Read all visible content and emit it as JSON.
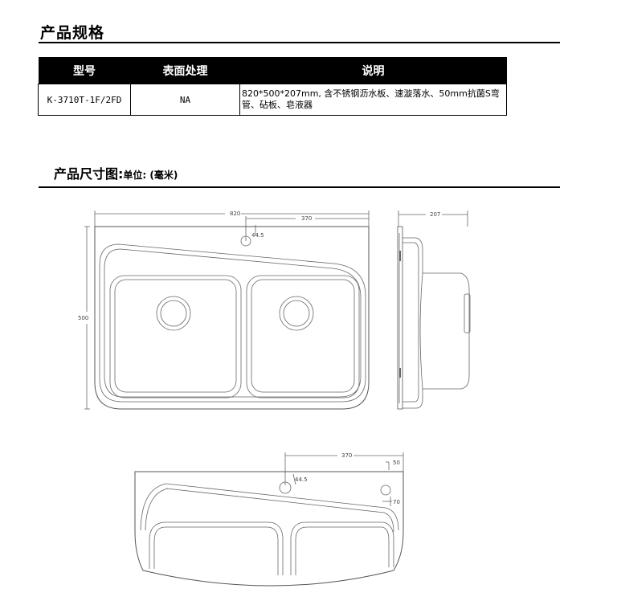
{
  "section1": {
    "title": "产品规格"
  },
  "spec_table": {
    "headers": [
      "型号",
      "表面处理",
      "说明"
    ],
    "row": {
      "model": "K-3710T-1F/2FD",
      "finish": "NA",
      "description": "820*500*207mm, 含不锈钢沥水板、速漩落水、50mm抗菌S弯管、砧板、皂液器"
    }
  },
  "section2": {
    "title": "产品尺寸图:",
    "unit": "单位: (毫米)"
  },
  "top_view": {
    "width": "820",
    "offset": "370",
    "hole": "44.5",
    "depth": "500"
  },
  "side_view": {
    "height": "207"
  },
  "detail_view": {
    "offset": "370",
    "hole": "44.5",
    "edge_x": "50",
    "edge_y": "70"
  }
}
